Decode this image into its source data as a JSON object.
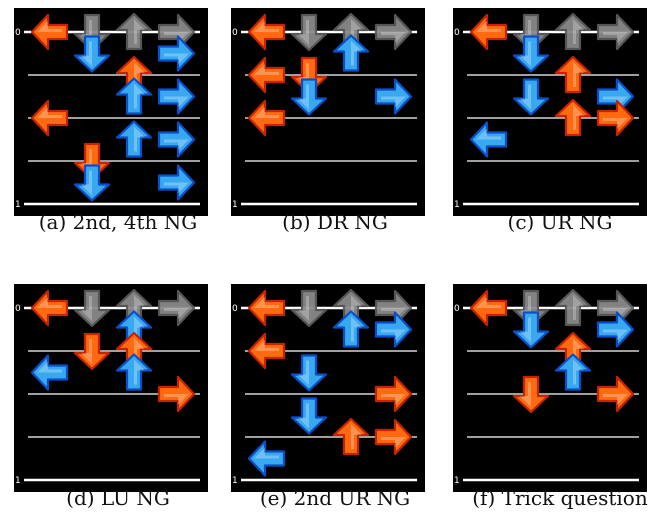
{
  "colors": {
    "background": "#000000",
    "line": "#ffffff",
    "receptor": "#8a8a8a",
    "orange": "#ff6a10",
    "orange_dark": "#c62400",
    "blue": "#38a8f0",
    "blue_dark": "#0a4fc8"
  },
  "markers": {
    "top": "0",
    "bottom": "1"
  },
  "panels": [
    {
      "id": "a",
      "caption": "(a) 2nd, 4th NG",
      "notes": [
        {
          "lane": 0,
          "row": 0,
          "color": "orange"
        },
        {
          "lane": 1,
          "row": 0.5,
          "color": "blue"
        },
        {
          "lane": 3,
          "row": 0.5,
          "color": "blue"
        },
        {
          "lane": 2,
          "row": 1,
          "color": "orange"
        },
        {
          "lane": 2,
          "row": 1.5,
          "color": "blue"
        },
        {
          "lane": 3,
          "row": 1.5,
          "color": "blue"
        },
        {
          "lane": 0,
          "row": 2,
          "color": "orange"
        },
        {
          "lane": 2,
          "row": 2.5,
          "color": "blue"
        },
        {
          "lane": 3,
          "row": 2.5,
          "color": "blue"
        },
        {
          "lane": 1,
          "row": 3,
          "color": "orange"
        },
        {
          "lane": 1,
          "row": 3.5,
          "color": "blue"
        },
        {
          "lane": 3,
          "row": 3.5,
          "color": "blue"
        }
      ]
    },
    {
      "id": "b",
      "caption": "(b) DR NG",
      "notes": [
        {
          "lane": 0,
          "row": 0,
          "color": "orange"
        },
        {
          "lane": 2,
          "row": 0.5,
          "color": "blue"
        },
        {
          "lane": 0,
          "row": 1,
          "color": "orange"
        },
        {
          "lane": 1,
          "row": 1,
          "color": "orange"
        },
        {
          "lane": 1,
          "row": 1.5,
          "color": "blue"
        },
        {
          "lane": 3,
          "row": 1.5,
          "color": "blue"
        },
        {
          "lane": 0,
          "row": 2,
          "color": "orange"
        }
      ]
    },
    {
      "id": "c",
      "caption": "(c) UR NG",
      "notes": [
        {
          "lane": 0,
          "row": 0,
          "color": "orange"
        },
        {
          "lane": 1,
          "row": 0.5,
          "color": "blue"
        },
        {
          "lane": 2,
          "row": 1,
          "color": "orange"
        },
        {
          "lane": 1,
          "row": 1.5,
          "color": "blue"
        },
        {
          "lane": 3,
          "row": 1.5,
          "color": "blue"
        },
        {
          "lane": 2,
          "row": 2,
          "color": "orange"
        },
        {
          "lane": 3,
          "row": 2,
          "color": "orange"
        },
        {
          "lane": 0,
          "row": 2.5,
          "color": "blue"
        }
      ]
    },
    {
      "id": "d",
      "caption": "(d) LU NG",
      "notes": [
        {
          "lane": 0,
          "row": 0,
          "color": "orange"
        },
        {
          "lane": 2,
          "row": 0.5,
          "color": "blue"
        },
        {
          "lane": 1,
          "row": 1,
          "color": "orange"
        },
        {
          "lane": 2,
          "row": 1,
          "color": "orange"
        },
        {
          "lane": 0,
          "row": 1.5,
          "color": "blue"
        },
        {
          "lane": 2,
          "row": 1.5,
          "color": "blue"
        },
        {
          "lane": 3,
          "row": 2,
          "color": "orange"
        }
      ]
    },
    {
      "id": "e",
      "caption": "(e) 2nd UR NG",
      "notes": [
        {
          "lane": 0,
          "row": 0,
          "color": "orange"
        },
        {
          "lane": 2,
          "row": 0.5,
          "color": "blue"
        },
        {
          "lane": 3,
          "row": 0.5,
          "color": "blue"
        },
        {
          "lane": 0,
          "row": 1,
          "color": "orange"
        },
        {
          "lane": 1,
          "row": 1.5,
          "color": "blue"
        },
        {
          "lane": 3,
          "row": 2,
          "color": "orange"
        },
        {
          "lane": 1,
          "row": 2.5,
          "color": "blue"
        },
        {
          "lane": 2,
          "row": 3,
          "color": "orange"
        },
        {
          "lane": 3,
          "row": 3,
          "color": "orange"
        },
        {
          "lane": 0,
          "row": 3.5,
          "color": "blue"
        }
      ]
    },
    {
      "id": "f",
      "caption": "(f) Trick question",
      "notes": [
        {
          "lane": 0,
          "row": 0,
          "color": "orange"
        },
        {
          "lane": 1,
          "row": 0.5,
          "color": "blue"
        },
        {
          "lane": 3,
          "row": 0.5,
          "color": "blue"
        },
        {
          "lane": 2,
          "row": 1,
          "color": "orange"
        },
        {
          "lane": 2,
          "row": 1.5,
          "color": "blue"
        },
        {
          "lane": 1,
          "row": 2,
          "color": "orange"
        },
        {
          "lane": 3,
          "row": 2,
          "color": "orange"
        }
      ]
    }
  ]
}
